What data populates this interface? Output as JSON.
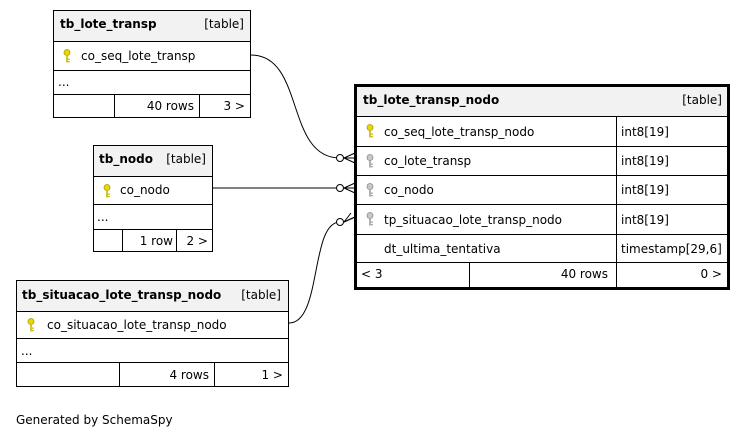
{
  "tables": {
    "lote_transp": {
      "name": "tb_lote_transp",
      "kind": "[table]",
      "columns": [
        {
          "name": "co_seq_lote_transp",
          "key": "primary"
        }
      ],
      "ellipsis": "...",
      "rows": "40 rows",
      "children": "3 >"
    },
    "nodo": {
      "name": "tb_nodo",
      "kind": "[table]",
      "columns": [
        {
          "name": "co_nodo",
          "key": "primary"
        }
      ],
      "ellipsis": "...",
      "rows": "1 row",
      "children": "2 >"
    },
    "situacao": {
      "name": "tb_situacao_lote_transp_nodo",
      "kind": "[table]",
      "columns": [
        {
          "name": "co_situacao_lote_transp_nodo",
          "key": "primary"
        }
      ],
      "ellipsis": "...",
      "rows": "4 rows",
      "children": "1 >"
    },
    "lote_transp_nodo": {
      "name": "tb_lote_transp_nodo",
      "kind": "[table]",
      "columns": [
        {
          "name": "co_seq_lote_transp_nodo",
          "type": "int8[19]",
          "key": "primary"
        },
        {
          "name": "co_lote_transp",
          "type": "int8[19]",
          "key": "foreign"
        },
        {
          "name": "co_nodo",
          "type": "int8[19]",
          "key": "foreign"
        },
        {
          "name": "tp_situacao_lote_transp_nodo",
          "type": "int8[19]",
          "key": "foreign"
        },
        {
          "name": "dt_ultima_tentativa",
          "type": "timestamp[29,6]",
          "key": "none"
        }
      ],
      "parents": "< 3",
      "rows": "40 rows",
      "children": "0 >"
    }
  },
  "colors": {
    "primary_key": "#e8d800",
    "foreign_key": "#b4b4b4",
    "header_bg": "#f2f2f2"
  },
  "footer": "Generated by SchemaSpy"
}
